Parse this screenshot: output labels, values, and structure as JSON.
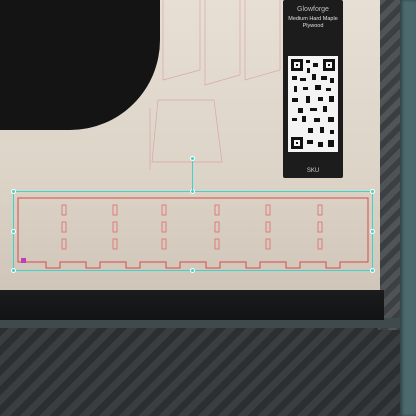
{
  "label_card": {
    "brand": "Glowforge",
    "title_line1": "Medium Hard Maple",
    "title_line2": "Plywood",
    "footer": "SKU"
  },
  "colors": {
    "cut_line": "#d94a4a",
    "selection": "#3fd3c9",
    "material": "#e3dbd0",
    "workbench_stripe": "#3a3e41"
  },
  "icons": [
    "qr-code-icon",
    "resize-handle-icon"
  ]
}
